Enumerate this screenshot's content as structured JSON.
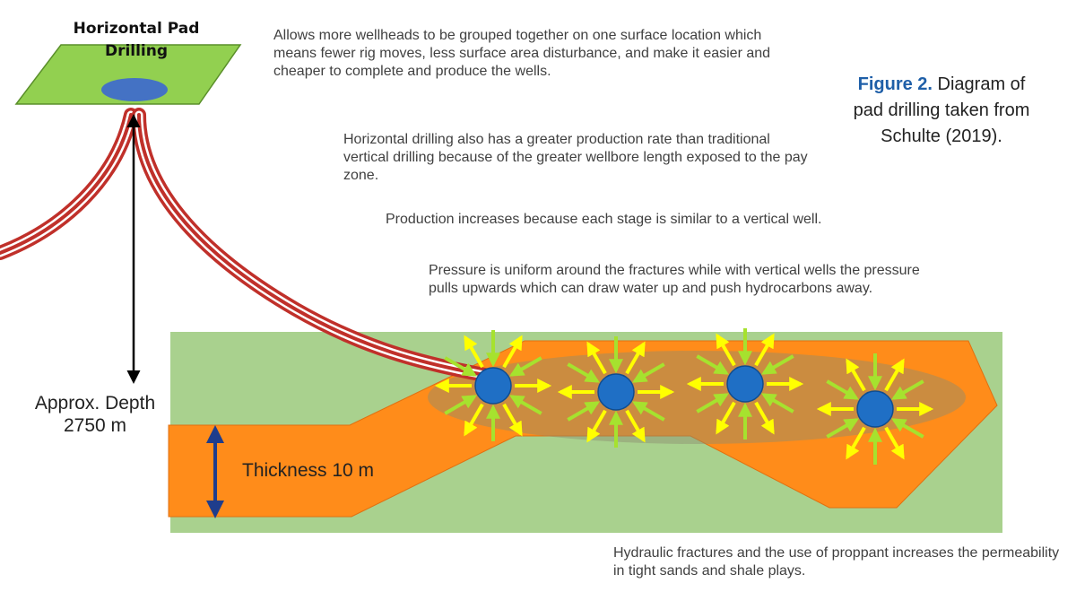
{
  "pad": {
    "title_line1": "Horizontal Pad",
    "title_line2": "Drilling"
  },
  "notes": {
    "wellheads": "Allows more wellheads to be grouped together on one surface location which means fewer rig moves, less surface area disturbance, and make it easier and cheaper to complete and produce the wells.",
    "production_rate": "Horizontal drilling also has a greater production rate than traditional vertical drilling because of the greater wellbore length exposed to the pay zone.",
    "stages": "Production increases because each stage is similar to a vertical well.",
    "pressure": "Pressure is uniform around the fractures while with vertical wells the pressure pulls upwards which can draw water up and push hydrocarbons away.",
    "fractures": "Hydraulic fractures and the use of proppant increases the permeability in tight sands and shale plays."
  },
  "caption": {
    "label": "Figure 2.",
    "text_line1": "Diagram of",
    "text_line2": "pad drilling taken from",
    "text_line3": "Schulte (2019)."
  },
  "depth": {
    "line1": "Approx. Depth",
    "line2": "2750 m"
  },
  "thickness": {
    "label": "Thickness 10 m"
  },
  "colors": {
    "pad_fill": "#92d050",
    "pad_ellipse": "#4472c4",
    "background_layer": "#a9d18e",
    "formation": "#ff8c1a",
    "zone_overlay": "#b38a5e",
    "wellbore": "#c0302a",
    "fracture_nodes": "#1f6fc5",
    "arrows_outward": "#ffff00",
    "arrows_inward": "#a6e22e",
    "thickness_arrow": "#1f3d8c",
    "caption_label": "#1f5fa8"
  },
  "icons": {
    "depth_arrow": "double-arrow-icon",
    "thickness_arrow": "double-arrow-icon",
    "fracture_node": "fracture-stage-icon"
  }
}
